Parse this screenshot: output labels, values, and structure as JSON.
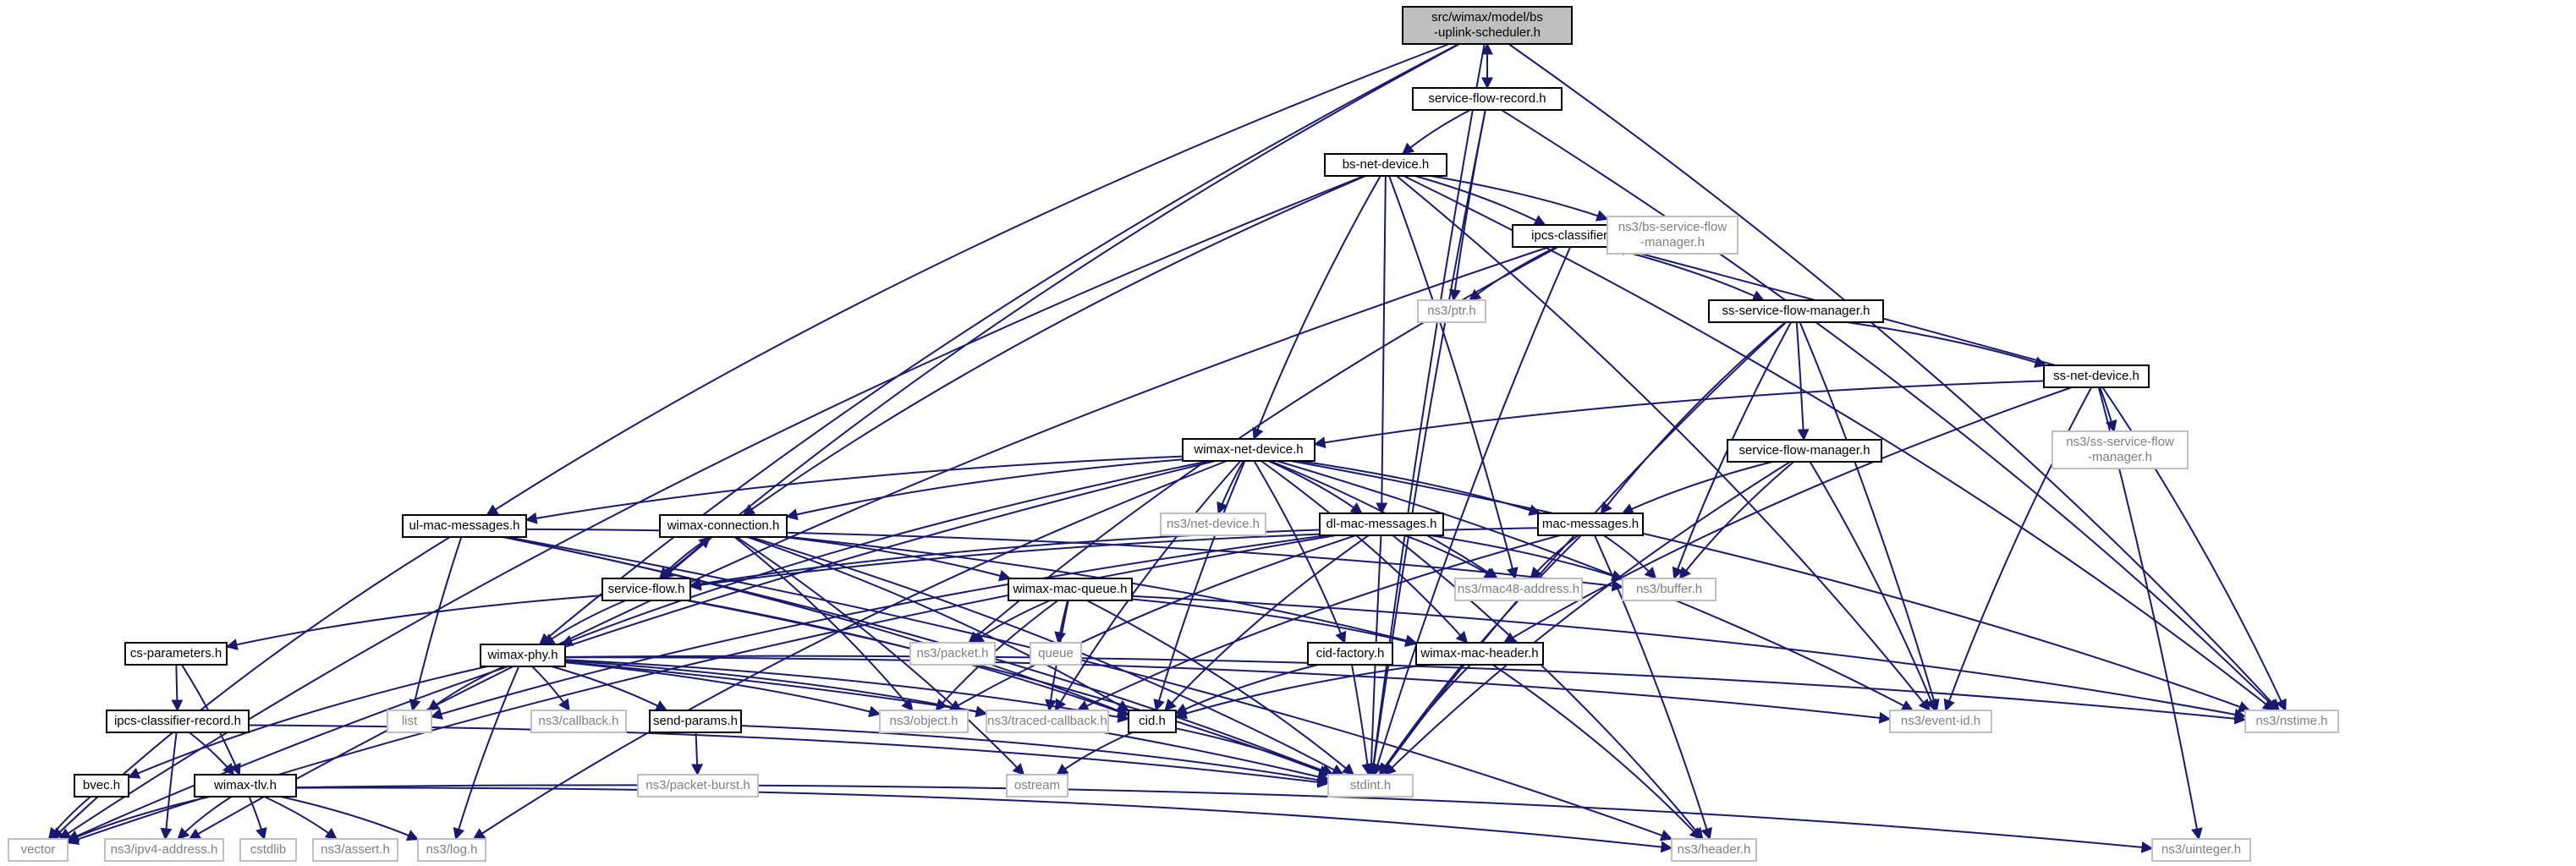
{
  "graph": {
    "nodes": [
      {
        "id": "focus",
        "lines": [
          "src/wimax/model/bs",
          "-uplink-scheduler.h"
        ],
        "kind": "focus"
      },
      {
        "id": "sfr",
        "lines": [
          "service-flow-record.h"
        ],
        "kind": "local"
      },
      {
        "id": "bsnd",
        "lines": [
          "bs-net-device.h"
        ],
        "kind": "local"
      },
      {
        "id": "ipcs",
        "lines": [
          "ipcs-classifier.h"
        ],
        "kind": "local"
      },
      {
        "id": "bssfm",
        "lines": [
          "ns3/bs-service-flow",
          "-manager.h"
        ],
        "kind": "external"
      },
      {
        "id": "ptr",
        "lines": [
          "ns3/ptr.h"
        ],
        "kind": "external"
      },
      {
        "id": "sssfm",
        "lines": [
          "ss-service-flow-manager.h"
        ],
        "kind": "local"
      },
      {
        "id": "ssnd",
        "lines": [
          "ss-net-device.h"
        ],
        "kind": "local"
      },
      {
        "id": "sfm",
        "lines": [
          "service-flow-manager.h"
        ],
        "kind": "local"
      },
      {
        "id": "sssfmx",
        "lines": [
          "ns3/ss-service-flow",
          "-manager.h"
        ],
        "kind": "external"
      },
      {
        "id": "wnd",
        "lines": [
          "wimax-net-device.h"
        ],
        "kind": "local"
      },
      {
        "id": "nsnd",
        "lines": [
          "ns3/net-device.h"
        ],
        "kind": "external"
      },
      {
        "id": "ulmm",
        "lines": [
          "ul-mac-messages.h"
        ],
        "kind": "local"
      },
      {
        "id": "wconn",
        "lines": [
          "wimax-connection.h"
        ],
        "kind": "local"
      },
      {
        "id": "dlmm",
        "lines": [
          "dl-mac-messages.h"
        ],
        "kind": "local"
      },
      {
        "id": "macm",
        "lines": [
          "mac-messages.h"
        ],
        "kind": "local"
      },
      {
        "id": "sflow",
        "lines": [
          "service-flow.h"
        ],
        "kind": "local"
      },
      {
        "id": "wmq",
        "lines": [
          "wimax-mac-queue.h"
        ],
        "kind": "local"
      },
      {
        "id": "mac48",
        "lines": [
          "ns3/mac48-address.h"
        ],
        "kind": "external"
      },
      {
        "id": "buffer",
        "lines": [
          "ns3/buffer.h"
        ],
        "kind": "external"
      },
      {
        "id": "csp",
        "lines": [
          "cs-parameters.h"
        ],
        "kind": "local"
      },
      {
        "id": "wphy",
        "lines": [
          "wimax-phy.h"
        ],
        "kind": "local"
      },
      {
        "id": "packet",
        "lines": [
          "ns3/packet.h"
        ],
        "kind": "external"
      },
      {
        "id": "queue",
        "lines": [
          "queue"
        ],
        "kind": "external"
      },
      {
        "id": "cidf",
        "lines": [
          "cid-factory.h"
        ],
        "kind": "local"
      },
      {
        "id": "wmh",
        "lines": [
          "wimax-mac-header.h"
        ],
        "kind": "local"
      },
      {
        "id": "icr",
        "lines": [
          "ipcs-classifier-record.h"
        ],
        "kind": "local"
      },
      {
        "id": "list",
        "lines": [
          "list"
        ],
        "kind": "external"
      },
      {
        "id": "cb",
        "lines": [
          "ns3/callback.h"
        ],
        "kind": "external"
      },
      {
        "id": "sendp",
        "lines": [
          "send-params.h"
        ],
        "kind": "local"
      },
      {
        "id": "obj",
        "lines": [
          "ns3/object.h"
        ],
        "kind": "external"
      },
      {
        "id": "tcb",
        "lines": [
          "ns3/traced-callback.h"
        ],
        "kind": "external"
      },
      {
        "id": "cid",
        "lines": [
          "cid.h"
        ],
        "kind": "local"
      },
      {
        "id": "eventid",
        "lines": [
          "ns3/event-id.h"
        ],
        "kind": "external"
      },
      {
        "id": "nstime",
        "lines": [
          "ns3/nstime.h"
        ],
        "kind": "external"
      },
      {
        "id": "bvec",
        "lines": [
          "bvec.h"
        ],
        "kind": "local"
      },
      {
        "id": "wtlv",
        "lines": [
          "wimax-tlv.h"
        ],
        "kind": "local"
      },
      {
        "id": "pburst",
        "lines": [
          "ns3/packet-burst.h"
        ],
        "kind": "external"
      },
      {
        "id": "ostream",
        "lines": [
          "ostream"
        ],
        "kind": "external"
      },
      {
        "id": "stdint",
        "lines": [
          "stdint.h"
        ],
        "kind": "external"
      },
      {
        "id": "vector",
        "lines": [
          "vector"
        ],
        "kind": "external"
      },
      {
        "id": "ipv4",
        "lines": [
          "ns3/ipv4-address.h"
        ],
        "kind": "external"
      },
      {
        "id": "cstdlib",
        "lines": [
          "cstdlib"
        ],
        "kind": "external"
      },
      {
        "id": "assert",
        "lines": [
          "ns3/assert.h"
        ],
        "kind": "external"
      },
      {
        "id": "log",
        "lines": [
          "ns3/log.h"
        ],
        "kind": "external"
      },
      {
        "id": "header",
        "lines": [
          "ns3/header.h"
        ],
        "kind": "external"
      },
      {
        "id": "uint",
        "lines": [
          "ns3/uinteger.h"
        ],
        "kind": "external"
      }
    ],
    "edges": [
      [
        "focus",
        "sfr"
      ],
      [
        "focus",
        "ulmm"
      ],
      [
        "focus",
        "sflow"
      ],
      [
        "focus",
        "wphy"
      ],
      [
        "focus",
        "nstime"
      ],
      [
        "focus",
        "stdint"
      ],
      [
        "sfr",
        "focus"
      ],
      [
        "sfr",
        "bsnd"
      ],
      [
        "sfr",
        "ptr"
      ],
      [
        "sfr",
        "nstime"
      ],
      [
        "sfr",
        "stdint"
      ],
      [
        "bsnd",
        "ipcs"
      ],
      [
        "bsnd",
        "bssfm"
      ],
      [
        "bsnd",
        "wnd"
      ],
      [
        "bsnd",
        "wconn"
      ],
      [
        "bsnd",
        "dlmm"
      ],
      [
        "bsnd",
        "mac48"
      ],
      [
        "bsnd",
        "vector"
      ],
      [
        "bsnd",
        "nstime"
      ],
      [
        "bsnd",
        "eventid"
      ],
      [
        "ipcs",
        "ptr"
      ],
      [
        "ipcs",
        "sssfm"
      ],
      [
        "ipcs",
        "ipv4"
      ],
      [
        "ipcs",
        "packet"
      ],
      [
        "ipcs",
        "stdint"
      ],
      [
        "sssfm",
        "ssnd"
      ],
      [
        "sssfm",
        "sfm"
      ],
      [
        "sssfm",
        "macm"
      ],
      [
        "sssfm",
        "buffer"
      ],
      [
        "sssfm",
        "eventid"
      ],
      [
        "sssfm",
        "stdint"
      ],
      [
        "ssnd",
        "ipcs"
      ],
      [
        "ssnd",
        "wnd"
      ],
      [
        "ssnd",
        "sssfmx"
      ],
      [
        "ssnd",
        "wmh"
      ],
      [
        "ssnd",
        "nstime"
      ],
      [
        "ssnd",
        "eventid"
      ],
      [
        "ssnd",
        "uint"
      ],
      [
        "sfm",
        "macm"
      ],
      [
        "sfm",
        "buffer"
      ],
      [
        "sfm",
        "eventid"
      ],
      [
        "sfm",
        "stdint"
      ],
      [
        "wnd",
        "ulmm"
      ],
      [
        "wnd",
        "wconn"
      ],
      [
        "wnd",
        "nsnd"
      ],
      [
        "wnd",
        "dlmm"
      ],
      [
        "wnd",
        "macm"
      ],
      [
        "wnd",
        "mac48"
      ],
      [
        "wnd",
        "wphy"
      ],
      [
        "wnd",
        "cidf"
      ],
      [
        "wnd",
        "wmh"
      ],
      [
        "wnd",
        "cid"
      ],
      [
        "wnd",
        "tcb"
      ],
      [
        "wnd",
        "nstime"
      ],
      [
        "wnd",
        "eventid"
      ],
      [
        "wnd",
        "log"
      ],
      [
        "wnd",
        "vector"
      ],
      [
        "ulmm",
        "list"
      ],
      [
        "ulmm",
        "vector"
      ],
      [
        "ulmm",
        "cid"
      ],
      [
        "ulmm",
        "buffer"
      ],
      [
        "ulmm",
        "header"
      ],
      [
        "ulmm",
        "stdint"
      ],
      [
        "wconn",
        "sflow"
      ],
      [
        "wconn",
        "wmq"
      ],
      [
        "wconn",
        "cid"
      ],
      [
        "wconn",
        "obj"
      ],
      [
        "wconn",
        "wmh"
      ],
      [
        "wconn",
        "stdint"
      ],
      [
        "wconn",
        "ostream"
      ],
      [
        "dlmm",
        "mac48"
      ],
      [
        "dlmm",
        "buffer"
      ],
      [
        "dlmm",
        "sflow"
      ],
      [
        "dlmm",
        "list"
      ],
      [
        "dlmm",
        "vector"
      ],
      [
        "dlmm",
        "cid"
      ],
      [
        "dlmm",
        "stdint"
      ],
      [
        "dlmm",
        "header"
      ],
      [
        "dlmm",
        "obj"
      ],
      [
        "macm",
        "mac48"
      ],
      [
        "macm",
        "buffer"
      ],
      [
        "macm",
        "sflow"
      ],
      [
        "macm",
        "stdint"
      ],
      [
        "macm",
        "header"
      ],
      [
        "macm",
        "tcb"
      ],
      [
        "sflow",
        "wconn"
      ],
      [
        "sflow",
        "csp"
      ],
      [
        "sflow",
        "wphy"
      ],
      [
        "sflow",
        "cid"
      ],
      [
        "sflow",
        "stdint"
      ],
      [
        "wmq",
        "packet"
      ],
      [
        "wmq",
        "queue"
      ],
      [
        "wmq",
        "obj"
      ],
      [
        "wmq",
        "tcb"
      ],
      [
        "wmq",
        "wmh"
      ],
      [
        "wmq",
        "nstime"
      ],
      [
        "wmq",
        "stdint"
      ],
      [
        "csp",
        "icr"
      ],
      [
        "csp",
        "wtlv"
      ],
      [
        "icr",
        "wtlv"
      ],
      [
        "icr",
        "ipv4"
      ],
      [
        "icr",
        "stdint"
      ],
      [
        "wphy",
        "list"
      ],
      [
        "wphy",
        "cb"
      ],
      [
        "wphy",
        "sendp"
      ],
      [
        "wphy",
        "obj"
      ],
      [
        "wphy",
        "tcb"
      ],
      [
        "wphy",
        "cid"
      ],
      [
        "wphy",
        "eventid"
      ],
      [
        "wphy",
        "nstime"
      ],
      [
        "wphy",
        "bvec"
      ],
      [
        "wphy",
        "log"
      ],
      [
        "wphy",
        "stdint"
      ],
      [
        "cidf",
        "cid"
      ],
      [
        "cidf",
        "stdint"
      ],
      [
        "wmh",
        "cid"
      ],
      [
        "wmh",
        "header"
      ],
      [
        "wmh",
        "stdint"
      ],
      [
        "sendp",
        "pburst"
      ],
      [
        "sendp",
        "stdint"
      ],
      [
        "cid",
        "ostream"
      ],
      [
        "cid",
        "stdint"
      ],
      [
        "bvec",
        "vector"
      ],
      [
        "wtlv",
        "vector"
      ],
      [
        "wtlv",
        "ipv4"
      ],
      [
        "wtlv",
        "cstdlib"
      ],
      [
        "wtlv",
        "assert"
      ],
      [
        "wtlv",
        "log"
      ],
      [
        "wtlv",
        "header"
      ],
      [
        "wtlv",
        "uint"
      ]
    ]
  }
}
